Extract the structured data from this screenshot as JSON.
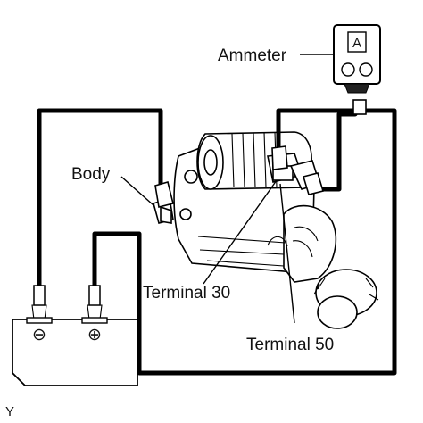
{
  "labels": {
    "ammeter": "Ammeter",
    "ammeter_face": "A",
    "body": "Body",
    "terminal_30": "Terminal 30",
    "terminal_50": "Terminal 50",
    "battery_negative": "⊖",
    "battery_positive": "⊕",
    "corner_mark": "Y"
  }
}
